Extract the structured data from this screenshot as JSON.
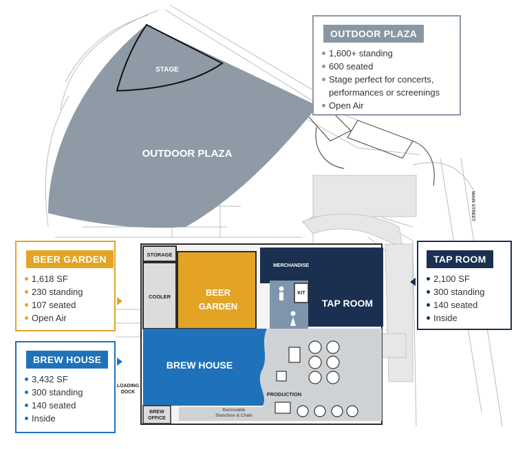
{
  "map": {
    "labels": {
      "stage": "STAGE",
      "outdoor_plaza": "OUTDOOR PLAZA",
      "storage": "STORAGE",
      "cooler": "COOLER",
      "beer_garden_1": "BEER",
      "beer_garden_2": "GARDEN",
      "merchandise": "MERCHANDISE",
      "kit": "KIT",
      "tap_room": "TAP ROOM",
      "brew_house": "BREW HOUSE",
      "loading_1": "LOADING",
      "loading_2": "DOCK",
      "brew_office_1": "BREW",
      "brew_office_2": "OFFICE",
      "removable_1": "Removable",
      "removable_2": "Stanchion & Chain",
      "production": "PRODUCTION",
      "main_street": "MAIN STREET"
    },
    "colors": {
      "plaza": "#8e9aa5",
      "beer_garden": "#e3a426",
      "brew_house": "#1f72b9",
      "tap_room": "#1b3050",
      "production": "#cfd2d5",
      "walls": "#2b2b2b",
      "linework": "#b9bcc0"
    }
  },
  "callouts": {
    "outdoor_plaza": {
      "title": "OUTDOOR PLAZA",
      "items": [
        "1,600+ standing",
        "600 seated",
        "Stage perfect for concerts, performances or screenings",
        "Open Air"
      ]
    },
    "beer_garden": {
      "title": "BEER GARDEN",
      "items": [
        "1,618 SF",
        "230 standing",
        "107 seated",
        "Open Air"
      ]
    },
    "brew_house": {
      "title": "BREW HOUSE",
      "items": [
        "3,432 SF",
        "300 standing",
        "140 seated",
        "Inside"
      ]
    },
    "tap_room": {
      "title": "TAP ROOM",
      "items": [
        "2,100 SF",
        "300 standing",
        "140 seated",
        "Inside"
      ]
    }
  }
}
